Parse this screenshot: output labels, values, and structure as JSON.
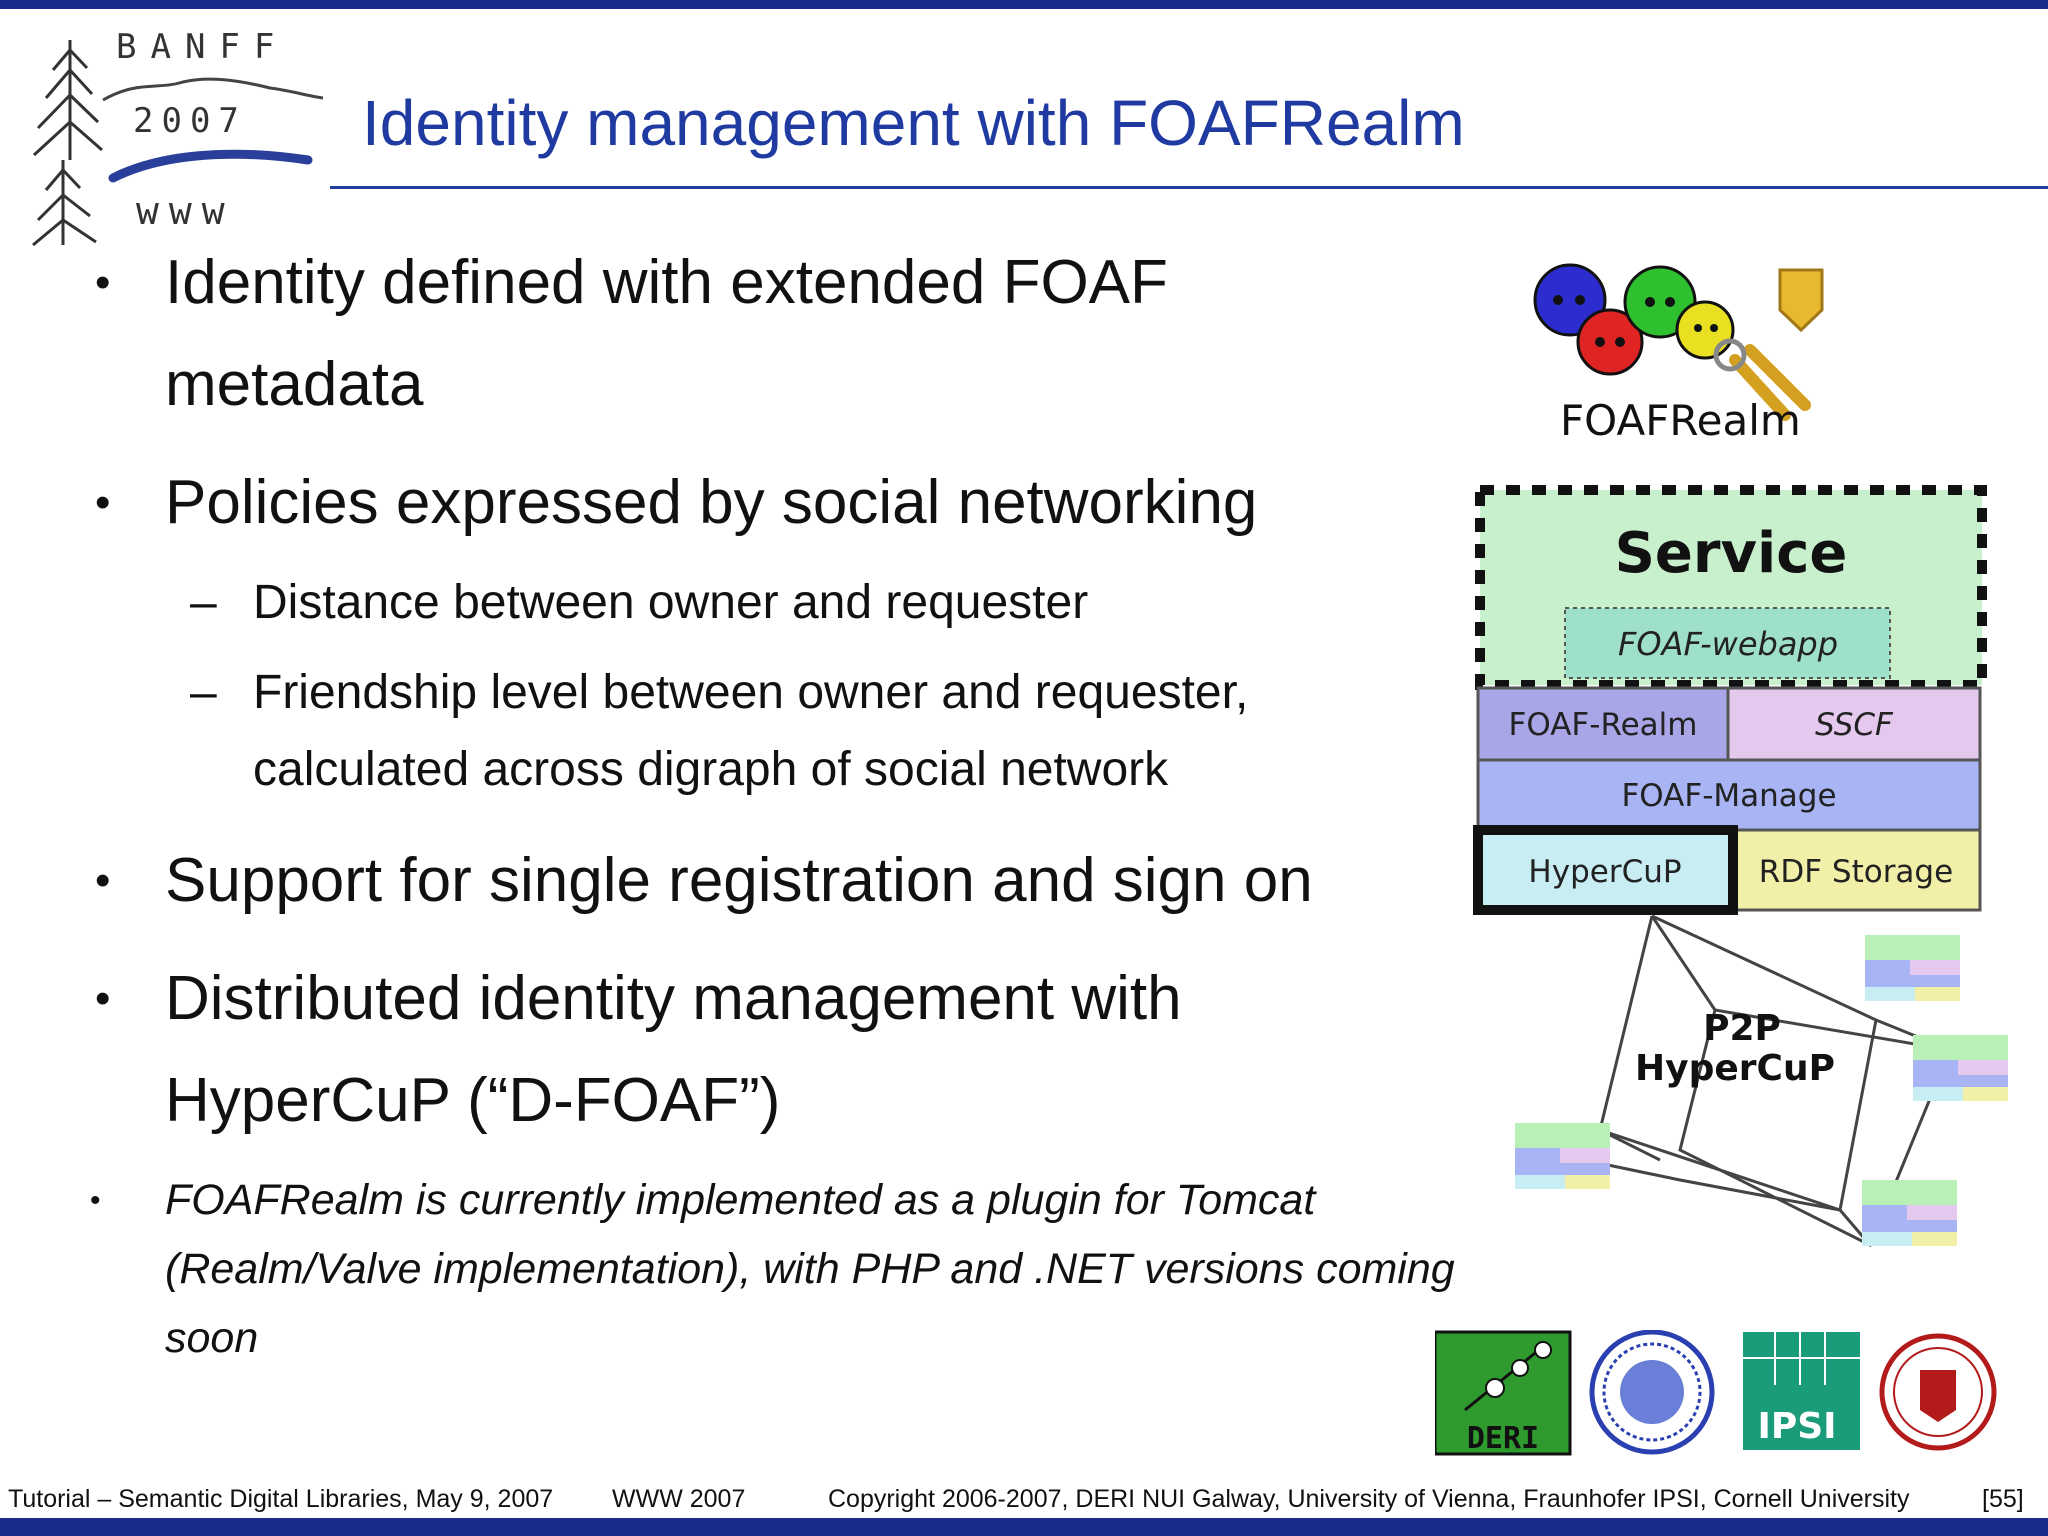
{
  "logo": {
    "banff_text": "BANFF",
    "year_text": "2007",
    "www_text": "www"
  },
  "title": "Identity management with FOAFRealm",
  "bullets": [
    {
      "text": "Identity defined with extended FOAF metadata"
    },
    {
      "text": "Policies expressed by social networking"
    },
    {
      "text": "Support for single registration and sign on"
    },
    {
      "text": "Distributed identity management with HyperCuP (“D-FOAF”)"
    }
  ],
  "sub_bullets": [
    {
      "text": "Distance between owner and requester"
    },
    {
      "text": "Friendship level between owner and requester, calculated across digraph of social network"
    }
  ],
  "note": "FOAFRealm is currently implemented as a plugin for Tomcat (Realm/Valve implementation), with PHP and .NET versions coming soon",
  "bullet_glyph": "•",
  "dash_glyph": "–",
  "diagram": {
    "logo_label": "FOAFRealm",
    "service": "Service",
    "webapp": "FOAF-webapp",
    "realm": "FOAF-Realm",
    "sscf": "SSCF",
    "manage": "FOAF-Manage",
    "hypercup": "HyperCuP",
    "rdf": "RDF Storage",
    "p2p_line1": "P2P",
    "p2p_line2": "HyperCuP"
  },
  "partner_logos": {
    "deri": "DERI",
    "ipsi": "IPSI"
  },
  "footer": {
    "tutorial": "Tutorial – Semantic Digital Libraries, May 9, 2007",
    "conference": "WWW 2007",
    "copyright": "Copyright 2006-2007, DERI NUI Galway, University of Vienna, Fraunhofer IPSI, Cornell University",
    "page": "[55]"
  },
  "colors": {
    "title": "#1f3aa0",
    "bar": "#1a2a8c",
    "service_bg": "#c8f0cc",
    "webapp_bg": "#9fe0c8",
    "realm_bg": "#a9a6e8",
    "sscf_bg": "#e4c8ee",
    "manage_bg": "#a8b4f4",
    "hypercup_bg": "#c8eef4",
    "rdf_bg": "#f2f0a8"
  }
}
